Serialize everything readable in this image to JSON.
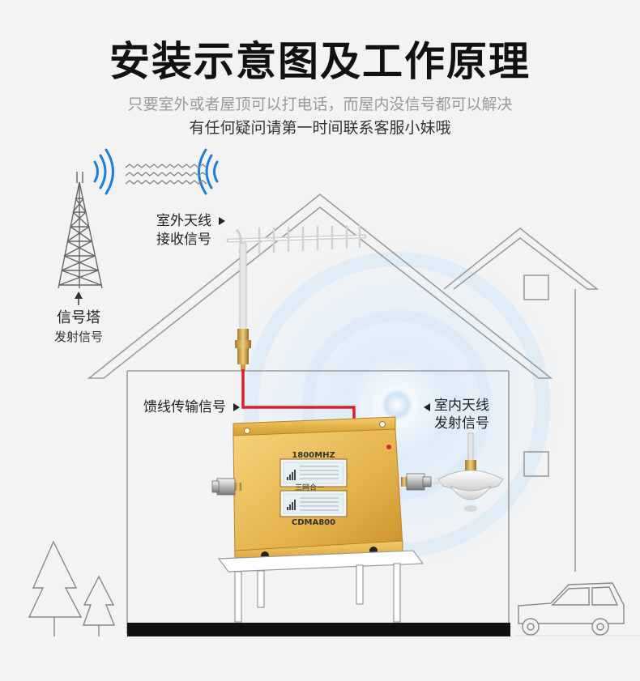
{
  "title": "安装示意图及工作原理",
  "subtitle_line1": "只要室外或者屋顶可以打电话，而屋内没信号都可以解决",
  "subtitle_line2": "有任何疑问请第一时间联系客服小妹哦",
  "tower": {
    "label": "信号塔",
    "sublabel": "发射信号"
  },
  "outdoor_antenna": {
    "label": "室外天线",
    "sublabel": "接收信号"
  },
  "feeder": {
    "label": "馈线传输信号"
  },
  "indoor_antenna": {
    "label": "室内天线",
    "sublabel": "发射信号"
  },
  "device": {
    "top_label": "1800MHZ",
    "middle_label": "三网合一",
    "bottom_label": "CDMA800"
  },
  "colors": {
    "signal_blue": "#1a7de0",
    "cable_red": "#d8202a",
    "device_gold": "#e3b24a",
    "line_gray": "#9a9a9a"
  }
}
